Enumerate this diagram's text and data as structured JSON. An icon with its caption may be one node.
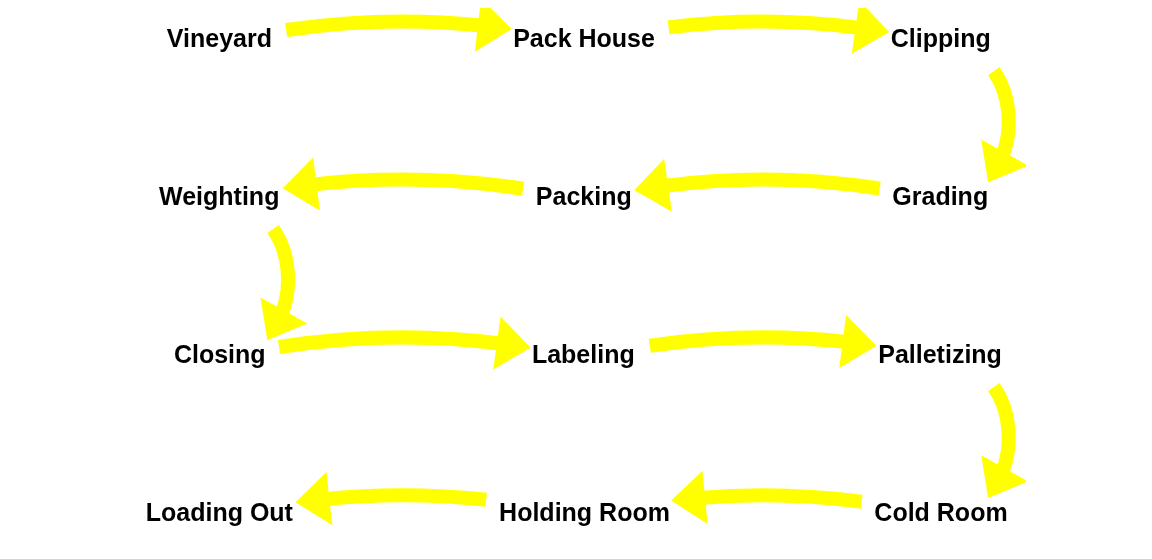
{
  "diagram": {
    "nodes": [
      {
        "text": [
          "Vineyard"
        ]
      },
      {
        "text": [
          "Pack House"
        ]
      },
      {
        "text": [
          "Clipping"
        ]
      },
      {
        "text": [
          "Weighting"
        ]
      },
      {
        "text": [
          "Packing"
        ]
      },
      {
        "text": [
          "Grading"
        ]
      },
      {
        "text": [
          "Closing"
        ]
      },
      {
        "text": [
          "Labeling"
        ]
      },
      {
        "text": [
          "Palletizing"
        ]
      },
      {
        "text": [
          "Loading Out"
        ]
      },
      {
        "text": [
          "Holding Room"
        ]
      },
      {
        "text": [
          "Cold Room"
        ]
      }
    ],
    "edges": [
      {
        "from": 0,
        "to": 1,
        "arrow": "to"
      },
      {
        "from": 1,
        "to": 2,
        "arrow": "to"
      },
      {
        "from": 2,
        "to": 5,
        "arrow": "to"
      },
      {
        "from": 5,
        "to": 4,
        "arrow": "to"
      },
      {
        "from": 4,
        "to": 3,
        "arrow": "to"
      },
      {
        "from": 3,
        "to": 6,
        "arrow": "to"
      },
      {
        "from": 6,
        "to": 7,
        "arrow": "to"
      },
      {
        "from": 7,
        "to": 8,
        "arrow": "to"
      },
      {
        "from": 8,
        "to": 11,
        "arrow": "to"
      },
      {
        "from": 11,
        "to": 10,
        "arrow": "to"
      },
      {
        "from": 10,
        "to": 9,
        "arrow": "to"
      }
    ]
  }
}
